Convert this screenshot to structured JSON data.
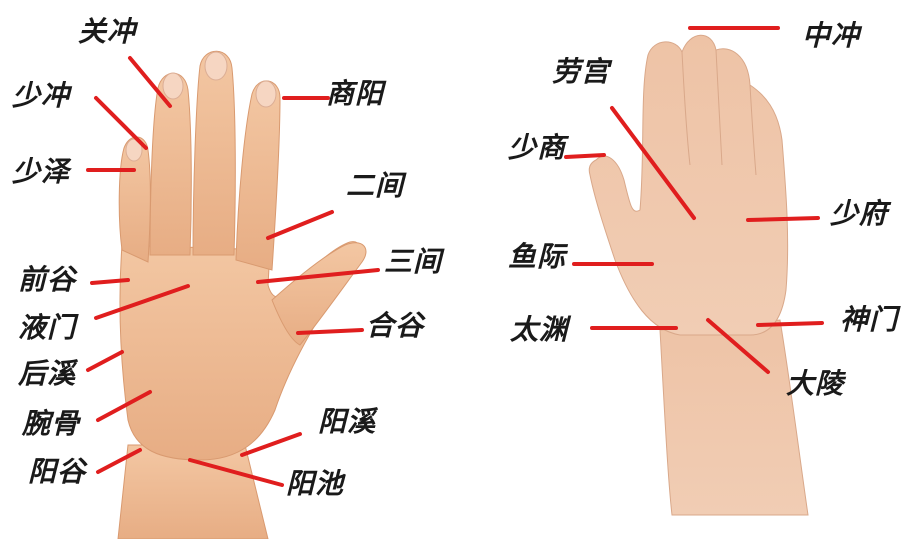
{
  "diagram": {
    "colors": {
      "leader_line": "#e01e1e",
      "skin": "#f0bc95",
      "skin_shadow": "#d99a70",
      "label": "#1a1a1a"
    },
    "back_hand": {
      "points": [
        {
          "id": "guanchong",
          "label": "关冲"
        },
        {
          "id": "shaochong",
          "label": "少冲"
        },
        {
          "id": "shaoze",
          "label": "少泽"
        },
        {
          "id": "shangyang",
          "label": "商阳"
        },
        {
          "id": "erjian",
          "label": "二间"
        },
        {
          "id": "sanjian",
          "label": "三间"
        },
        {
          "id": "qiangu",
          "label": "前谷"
        },
        {
          "id": "yemen",
          "label": "液门"
        },
        {
          "id": "hegu",
          "label": "合谷"
        },
        {
          "id": "houxi",
          "label": "后溪"
        },
        {
          "id": "wangu",
          "label": "腕骨"
        },
        {
          "id": "yangxi",
          "label": "阳溪"
        },
        {
          "id": "yanggu",
          "label": "阳谷"
        },
        {
          "id": "yangchi",
          "label": "阳池"
        }
      ]
    },
    "palm": {
      "points": [
        {
          "id": "zhongchong",
          "label": "中冲"
        },
        {
          "id": "laogong",
          "label": "劳宫"
        },
        {
          "id": "shaoshang",
          "label": "少商"
        },
        {
          "id": "shaofu",
          "label": "少府"
        },
        {
          "id": "yuji",
          "label": "鱼际"
        },
        {
          "id": "taiyuan",
          "label": "太渊"
        },
        {
          "id": "shenmen",
          "label": "神门"
        },
        {
          "id": "daling",
          "label": "大陵"
        }
      ]
    }
  }
}
